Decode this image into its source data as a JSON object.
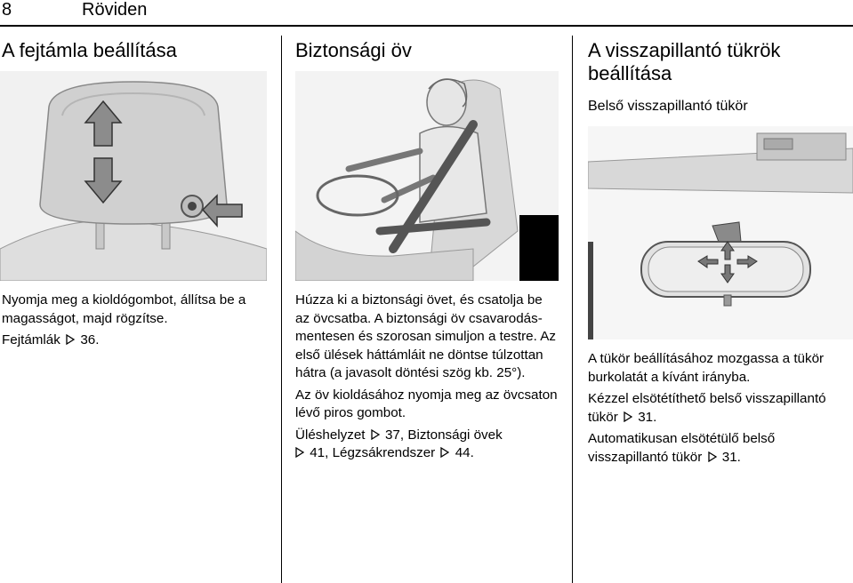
{
  "header": {
    "page_number": "8",
    "chapter": "Röviden"
  },
  "col1": {
    "title": "A fejtámla beállítása",
    "p1": "Nyomja meg a kioldógombot, állítsa be a magasságot, majd rögzítse.",
    "xref_text": "Fejtámlák",
    "xref_page": "36."
  },
  "col2": {
    "title": "Biztonsági öv",
    "p1": "Húzza ki a biztonsági övet, és csatolja be az övcsatba. A biztonsági öv csavarodás-mentesen és szorosan simuljon a testre. Az első ülések háttámláit ne döntse túlzottan hátra (a javasolt döntési szög kb. 25°).",
    "p2": "Az öv kioldásához nyomja meg az övcsaton lévő piros gombot.",
    "ref1_text": "Üléshelyzet",
    "ref1_page": "37, Biztonsági övek",
    "ref2_page": "41, Légzsákrendszer",
    "ref3_page": "44."
  },
  "col3": {
    "title": "A visszapillantó tükrök beállítása",
    "subtitle": "Belső visszapillantó tükör",
    "p1": "A tükör beállításához mozgassa a tükör burkolatát a kívánt irányba.",
    "p2_text": "Kézzel elsötétíthető belső visszapillantó tükör",
    "p2_page": "31.",
    "p3_text": "Automatikusan elsötétülő belső visszapillantó tükör",
    "p3_page": "31."
  }
}
